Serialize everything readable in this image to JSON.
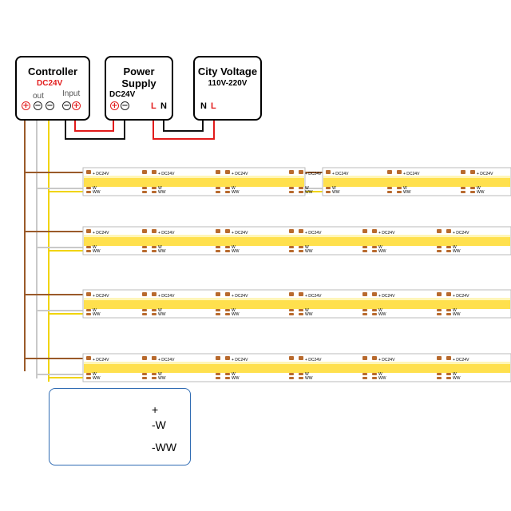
{
  "controller": {
    "title": "Controller",
    "voltage": "DC24V",
    "out_label": "out",
    "input_label": "Input",
    "plus": "+",
    "minus": "−"
  },
  "power_supply": {
    "title": "Power Supply",
    "voltage": "DC24V",
    "plus": "+",
    "minus": "−",
    "l": "L",
    "n": "N"
  },
  "city_voltage": {
    "title": "City Voltage",
    "range": "110V-220V",
    "n": "N",
    "l": "L"
  },
  "strip": {
    "plus_label": "+ DC24V",
    "w_label": "W",
    "ww_label": "WW"
  },
  "legend": {
    "plus": "+",
    "w": "-W",
    "ww": "-WW"
  },
  "colors": {
    "strip_fill": "#ffe04d",
    "strip_glow": "#fff6b8",
    "pad_color": "#b86a2e",
    "wire_brown": "#9a5a2a",
    "wire_white": "#c9c9c9",
    "wire_yellow": "#f1d400",
    "wire_red": "#e21b1b",
    "wire_black": "#111111",
    "legend_border": "#2f6bb3"
  }
}
